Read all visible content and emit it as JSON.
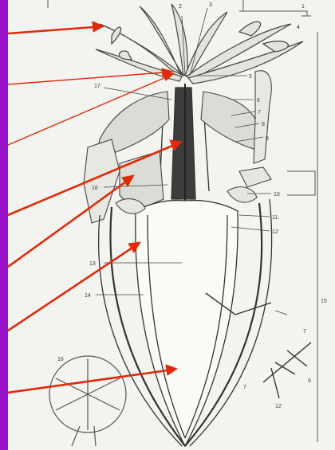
{
  "figure": {
    "background_color": "#1a00e6",
    "sidebar_color": "#9a12c8",
    "plate_color": "#f3f3ef",
    "ink_color": "#3a3a3a",
    "arrow_color": "#e02a0a"
  },
  "labels": [
    "2",
    "3",
    "1",
    "4",
    "5",
    "6",
    "7",
    "8",
    "9",
    "17",
    "16",
    "10",
    "11",
    "12",
    "13",
    "14",
    "15",
    "16",
    "7",
    "9",
    "12",
    "7"
  ]
}
